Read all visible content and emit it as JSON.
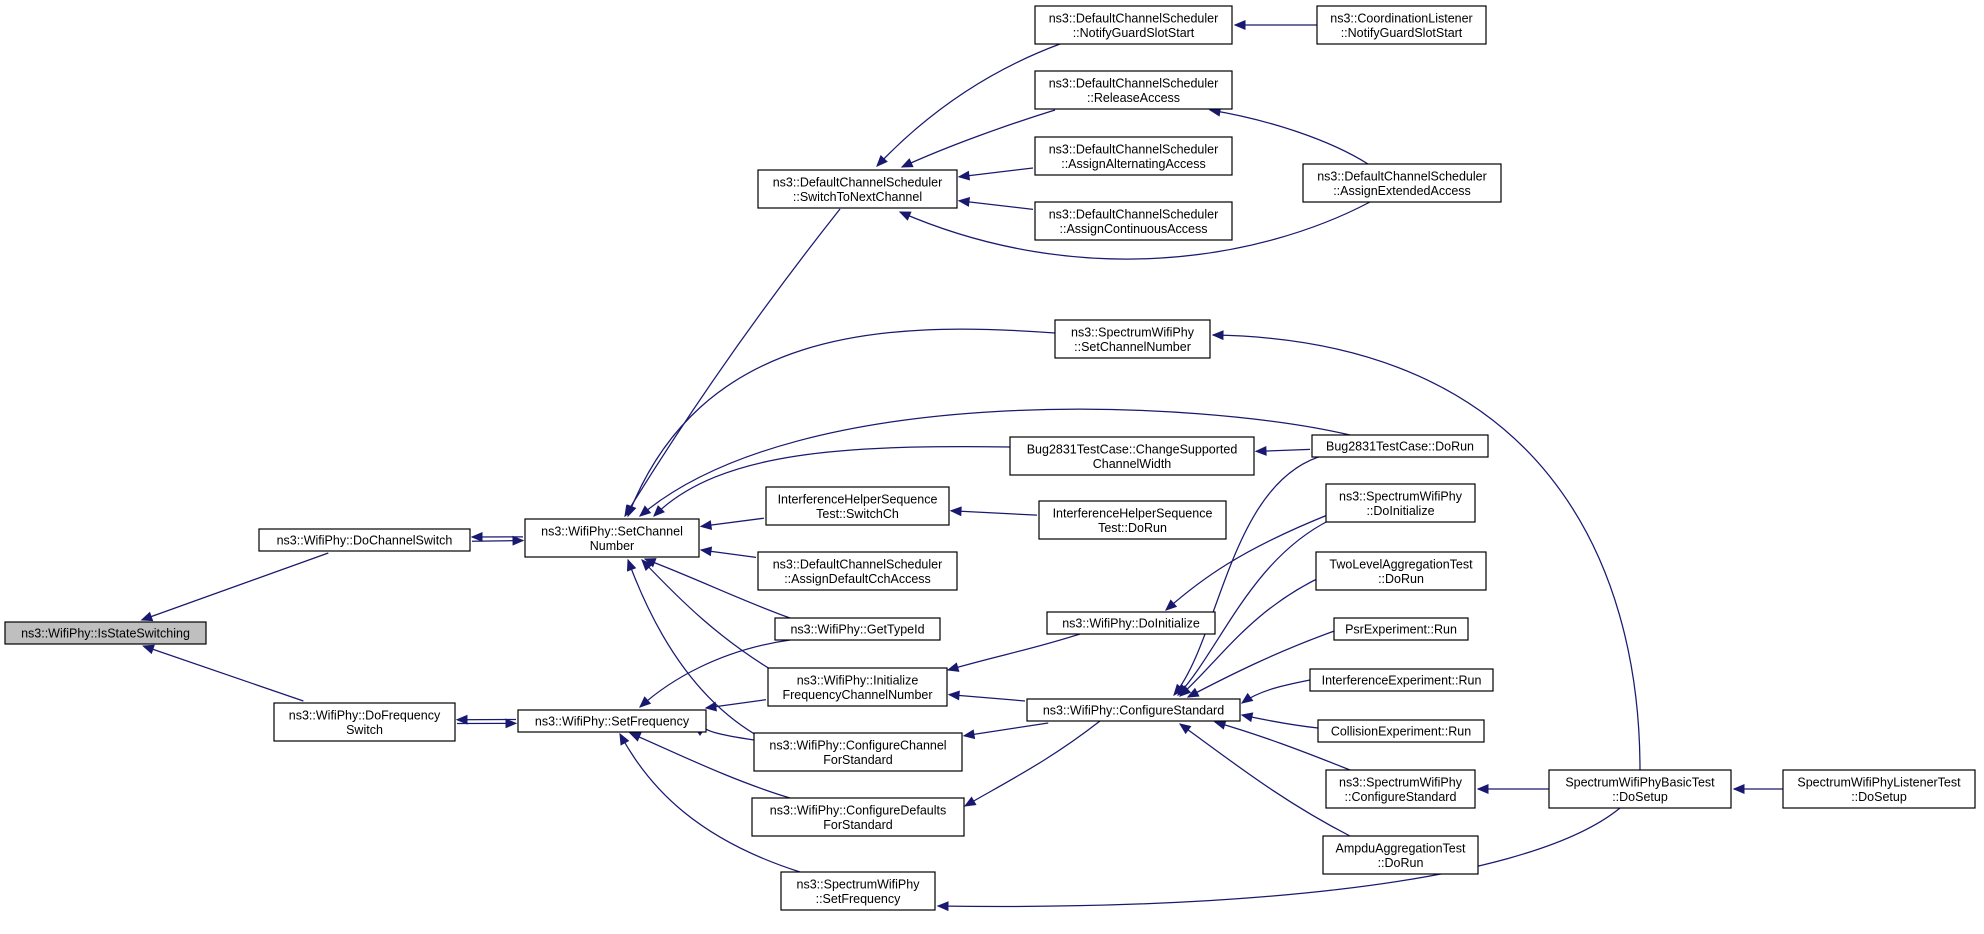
{
  "graph_title": "",
  "colors": {
    "edge": "#191970",
    "node_border": "#000000",
    "node_fill": "#ffffff",
    "focus_fill": "#bfbfbf"
  },
  "nodes": {
    "isStateSwitching": [
      "ns3::WifiPhy::IsStateSwitching"
    ],
    "doChannelSwitch": [
      "ns3::WifiPhy::DoChannelSwitch"
    ],
    "doFrequencySwitch": [
      "ns3::WifiPhy::DoFrequency",
      "Switch"
    ],
    "setChannelNumber": [
      "ns3::WifiPhy::SetChannel",
      "Number"
    ],
    "setFrequency": [
      "ns3::WifiPhy::SetFrequency"
    ],
    "switchToNextChannel": [
      "ns3::DefaultChannelScheduler",
      "::SwitchToNextChannel"
    ],
    "notifyGuardSlotStart": [
      "ns3::DefaultChannelScheduler",
      "::NotifyGuardSlotStart"
    ],
    "coordNotifyGuardSlotStart": [
      "ns3::CoordinationListener",
      "::NotifyGuardSlotStart"
    ],
    "releaseAccess": [
      "ns3::DefaultChannelScheduler",
      "::ReleaseAccess"
    ],
    "assignAlternatingAccess": [
      "ns3::DefaultChannelScheduler",
      "::AssignAlternatingAccess"
    ],
    "assignContinuousAccess": [
      "ns3::DefaultChannelScheduler",
      "::AssignContinuousAccess"
    ],
    "assignExtendedAccess": [
      "ns3::DefaultChannelScheduler",
      "::AssignExtendedAccess"
    ],
    "spectrumSetChannelNumber": [
      "ns3::SpectrumWifiPhy",
      "::SetChannelNumber"
    ],
    "changeSupportedChannelWidth": [
      "Bug2831TestCase::ChangeSupported",
      "ChannelWidth"
    ],
    "bug2831DoRun": [
      "Bug2831TestCase::DoRun"
    ],
    "switchCh": [
      "InterferenceHelperSequence",
      "Test::SwitchCh"
    ],
    "ihsDoRun": [
      "InterferenceHelperSequence",
      "Test::DoRun"
    ],
    "assignDefaultCchAccess": [
      "ns3::DefaultChannelScheduler",
      "::AssignDefaultCchAccess"
    ],
    "getTypeId": [
      "ns3::WifiPhy::GetTypeId"
    ],
    "initializeFreqChannel": [
      "ns3::WifiPhy::Initialize",
      "FrequencyChannelNumber"
    ],
    "configureChannelForStandard": [
      "ns3::WifiPhy::ConfigureChannel",
      "ForStandard"
    ],
    "configureDefaultsForStandard": [
      "ns3::WifiPhy::ConfigureDefaults",
      "ForStandard"
    ],
    "spectrumSetFrequency": [
      "ns3::SpectrumWifiPhy",
      "::SetFrequency"
    ],
    "doInitialize": [
      "ns3::WifiPhy::DoInitialize"
    ],
    "configureStandard": [
      "ns3::WifiPhy::ConfigureStandard"
    ],
    "spectrumDoInitialize": [
      "ns3::SpectrumWifiPhy",
      "::DoInitialize"
    ],
    "twoLevelAggDoRun": [
      "TwoLevelAggregationTest",
      "::DoRun"
    ],
    "psrRun": [
      "PsrExperiment::Run"
    ],
    "interferenceRun": [
      "InterferenceExperiment::Run"
    ],
    "collisionRun": [
      "CollisionExperiment::Run"
    ],
    "spectrumConfigureStandard": [
      "ns3::SpectrumWifiPhy",
      "::ConfigureStandard"
    ],
    "ampduDoRun": [
      "AmpduAggregationTest",
      "::DoRun"
    ],
    "basicTestDoSetup": [
      "SpectrumWifiPhyBasicTest",
      "::DoSetup"
    ],
    "listenerTestDoSetup": [
      "SpectrumWifiPhyListenerTest",
      "::DoSetup"
    ]
  },
  "edges": [
    [
      "doChannelSwitch",
      "isStateSwitching"
    ],
    [
      "doFrequencySwitch",
      "isStateSwitching"
    ],
    [
      "setChannelNumber",
      "doChannelSwitch"
    ],
    [
      "doChannelSwitch",
      "setChannelNumber"
    ],
    [
      "setFrequency",
      "doFrequencySwitch"
    ],
    [
      "doFrequencySwitch",
      "setFrequency"
    ],
    [
      "switchToNextChannel",
      "setChannelNumber"
    ],
    [
      "notifyGuardSlotStart",
      "switchToNextChannel"
    ],
    [
      "coordNotifyGuardSlotStart",
      "notifyGuardSlotStart"
    ],
    [
      "releaseAccess",
      "switchToNextChannel"
    ],
    [
      "assignExtendedAccess",
      "releaseAccess"
    ],
    [
      "assignAlternatingAccess",
      "switchToNextChannel"
    ],
    [
      "assignContinuousAccess",
      "switchToNextChannel"
    ],
    [
      "assignExtendedAccess",
      "switchToNextChannel"
    ],
    [
      "spectrumSetChannelNumber",
      "setChannelNumber"
    ],
    [
      "basicTestDoSetup",
      "spectrumSetChannelNumber"
    ],
    [
      "bug2831DoRun",
      "setChannelNumber"
    ],
    [
      "changeSupportedChannelWidth",
      "setChannelNumber"
    ],
    [
      "bug2831DoRun",
      "changeSupportedChannelWidth"
    ],
    [
      "switchCh",
      "setChannelNumber"
    ],
    [
      "ihsDoRun",
      "switchCh"
    ],
    [
      "assignDefaultCchAccess",
      "setChannelNumber"
    ],
    [
      "getTypeId",
      "setChannelNumber"
    ],
    [
      "initializeFreqChannel",
      "setChannelNumber"
    ],
    [
      "configureChannelForStandard",
      "setChannelNumber"
    ],
    [
      "getTypeId",
      "setFrequency"
    ],
    [
      "initializeFreqChannel",
      "setFrequency"
    ],
    [
      "configureChannelForStandard",
      "setFrequency"
    ],
    [
      "configureDefaultsForStandard",
      "setFrequency"
    ],
    [
      "spectrumSetFrequency",
      "setFrequency"
    ],
    [
      "doInitialize",
      "initializeFreqChannel"
    ],
    [
      "configureStandard",
      "initializeFreqChannel"
    ],
    [
      "configureStandard",
      "configureChannelForStandard"
    ],
    [
      "configureStandard",
      "configureDefaultsForStandard"
    ],
    [
      "basicTestDoSetup",
      "spectrumSetFrequency"
    ],
    [
      "spectrumDoInitialize",
      "doInitialize"
    ],
    [
      "bug2831DoRun",
      "configureStandard"
    ],
    [
      "twoLevelAggDoRun",
      "configureStandard"
    ],
    [
      "psrRun",
      "configureStandard"
    ],
    [
      "interferenceRun",
      "configureStandard"
    ],
    [
      "collisionRun",
      "configureStandard"
    ],
    [
      "spectrumConfigureStandard",
      "configureStandard"
    ],
    [
      "ampduDoRun",
      "configureStandard"
    ],
    [
      "spectrumDoInitialize",
      "configureStandard"
    ],
    [
      "basicTestDoSetup",
      "spectrumConfigureStandard"
    ],
    [
      "listenerTestDoSetup",
      "basicTestDoSetup"
    ]
  ]
}
